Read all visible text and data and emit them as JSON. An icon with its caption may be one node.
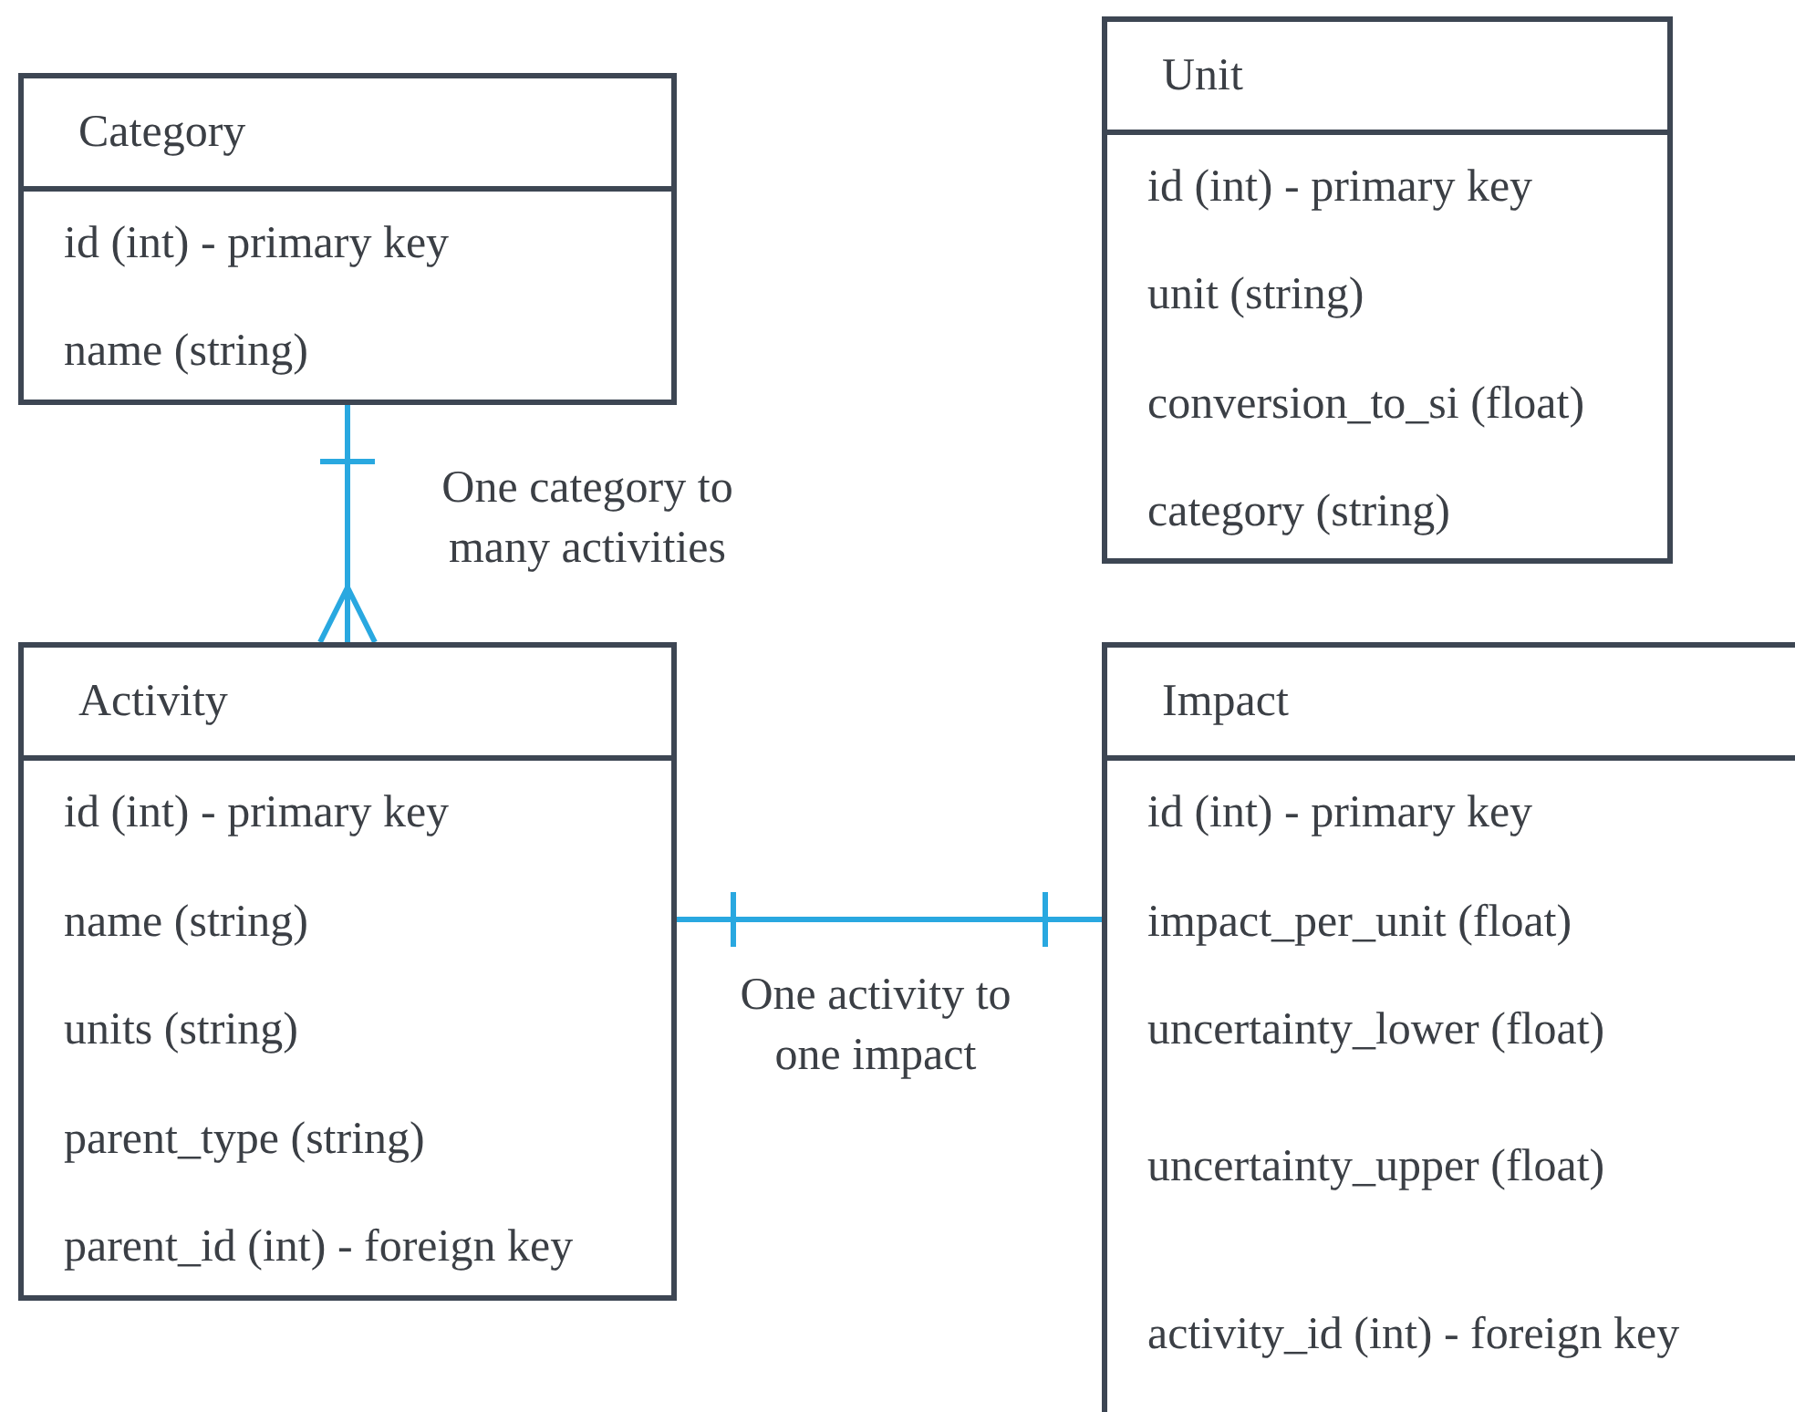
{
  "diagram": {
    "nodes": [
      {
        "text": [
          "Category",
          "id (int) - primary key",
          "name (string)"
        ]
      },
      {
        "text": [
          "Unit",
          "id (int) - primary key",
          "unit (string)",
          "conversion_to_si (float)",
          "category (string)"
        ]
      },
      {
        "text": [
          "Activity",
          "id (int) - primary key",
          "name (string)",
          "units (string)",
          "parent_type (string)",
          "parent_id (int) - foreign key"
        ]
      },
      {
        "text": [
          "Impact",
          "id (int) - primary key",
          "impact_per_unit (float)",
          "uncertainty_lower (float)",
          "uncertainty_upper (float)",
          "activity_id (int) - foreign key"
        ]
      }
    ],
    "edges": [
      {
        "from": 0,
        "to": 2,
        "arrow": "other",
        "label": "One category to many activities"
      },
      {
        "from": 2,
        "to": 3,
        "arrow": "other",
        "label": "One activity to one impact"
      }
    ]
  }
}
